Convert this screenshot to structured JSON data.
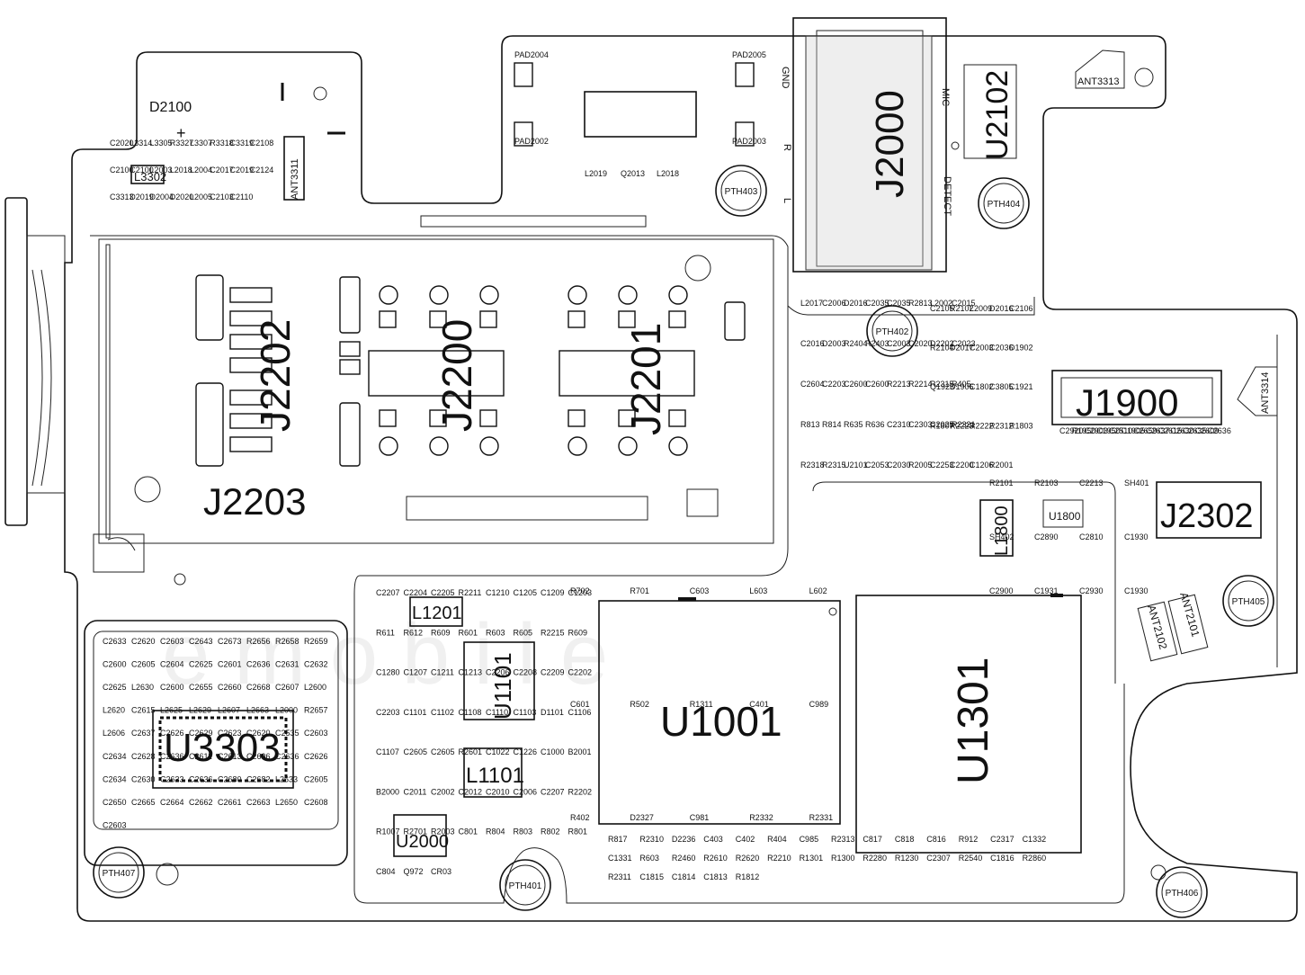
{
  "big_labels": [
    "J2202",
    "J2200",
    "J2201",
    "J2203",
    "J2000",
    "J1900",
    "J2302",
    "U1001",
    "U1301",
    "U3303"
  ],
  "medium_labels": [
    "U2102",
    "D2100",
    "L1201",
    "U1101",
    "L1101",
    "L1800",
    "U2000",
    "U1800",
    "L3302",
    "ANT3311",
    "ANT3313",
    "ANT3314",
    "ANT2101",
    "ANT2102",
    "+"
  ],
  "holes": [
    "PTH403",
    "PTH404",
    "PTH402",
    "PTH405",
    "PTH406",
    "PTH407",
    "PTH401"
  ],
  "pads": [
    "PAD2004",
    "PAD2005",
    "PAD2002",
    "PAD2003"
  ],
  "jack_pins": [
    "GND",
    "MIC",
    "R",
    "L",
    "DETECT"
  ],
  "watermark": "e m o b i l e",
  "small_labels": [
    "C2020",
    "L3314",
    "L3305",
    "R3327",
    "L3307",
    "R3318",
    "C3319",
    "C2108",
    "C2100",
    "C2100",
    "L2003",
    "L2018",
    "L2004",
    "C2017",
    "C2019",
    "C2124",
    "C3313",
    "D2019",
    "D2004",
    "D2020",
    "L2005",
    "C2103",
    "C2110",
    "L2019",
    "Q2013",
    "L2018",
    "L2017",
    "C2006",
    "D2016",
    "C2035",
    "C2035",
    "R2813",
    "L2002",
    "C2015",
    "C2016",
    "D2003",
    "R2404",
    "R2403",
    "C2003",
    "C2020",
    "D2202",
    "C2023",
    "C2604",
    "C2203",
    "C2600",
    "C2600",
    "R2213",
    "R2214",
    "R2315",
    "R405",
    "R813",
    "R814",
    "R635",
    "R636",
    "C2310",
    "C2303",
    "C2025",
    "R2321",
    "R2318",
    "R2315",
    "U2101",
    "C2053",
    "C2030",
    "R2005",
    "C2105",
    "R2102",
    "L2009",
    "D2016",
    "C2106",
    "R2104",
    "D2017",
    "C2003",
    "C2036",
    "D1902",
    "Q1923",
    "D1906",
    "C1802",
    "C3805",
    "C1921",
    "R1807",
    "R2223",
    "R2222",
    "R2312",
    "R1803",
    "C2253",
    "C2200",
    "C1206",
    "R2001",
    "C2207",
    "C2204",
    "C2205",
    "R2211",
    "C1210",
    "C1205",
    "C1209",
    "C1203",
    "R611",
    "R612",
    "R609",
    "R601",
    "R603",
    "R605",
    "R2215",
    "R609",
    "C1280",
    "C1207",
    "C1211",
    "C1213",
    "C2206",
    "C2208",
    "C2209",
    "C2202",
    "C2203",
    "C1101",
    "C1102",
    "C1108",
    "C1110",
    "C1103",
    "D1101",
    "C1106",
    "C1107",
    "C2605",
    "C2605",
    "R2601",
    "C1022",
    "C1226",
    "C1000",
    "B2001",
    "B2000",
    "C2011",
    "C2002",
    "C2012",
    "C2010",
    "C2006",
    "C2207",
    "R2202",
    "R1007",
    "R2701",
    "R2003",
    "C801",
    "R804",
    "R803",
    "R802",
    "R801",
    "C804",
    "Q972",
    "CR03",
    "R702",
    "R701",
    "C603",
    "L603",
    "L602",
    "C601",
    "R502",
    "R1311",
    "C401",
    "C989",
    "R402",
    "D2327",
    "C981",
    "R2332",
    "R2331",
    "R817",
    "R2310",
    "D2236",
    "C403",
    "C402",
    "R404",
    "C985",
    "R2313",
    "C817",
    "C818",
    "C816",
    "R912",
    "C2317",
    "C1332",
    "C1331",
    "R603",
    "R2460",
    "R2610",
    "R2620",
    "R2210",
    "R1301",
    "R1300",
    "R2280",
    "R1230",
    "C2307",
    "R2540",
    "C1816",
    "R2860",
    "R2311",
    "C1815",
    "C1814",
    "C1813",
    "R1812",
    "R2101",
    "R2103",
    "C2213",
    "SH401",
    "SH402",
    "C2890",
    "C2810",
    "C1930",
    "C2900",
    "C1931",
    "C2930",
    "C1930",
    "C2920",
    "R1950",
    "C2903",
    "C1950",
    "C2510",
    "C1905",
    "C2659",
    "C2637",
    "C2615",
    "C2630",
    "C2635",
    "C2609",
    "C2636",
    "C2633",
    "C2620",
    "C2603",
    "C2643",
    "C2673",
    "R2656",
    "R2658",
    "R2659",
    "C2600",
    "C2605",
    "C2604",
    "C2625",
    "C2601",
    "C2636",
    "C2631",
    "C2632",
    "C2625",
    "L2630",
    "C2600",
    "C2655",
    "C2660",
    "C2668",
    "C2607",
    "L2600",
    "L2620",
    "C2615",
    "L2625",
    "L2629",
    "L2607",
    "L2663",
    "L2000",
    "R2657",
    "L2606",
    "C2637",
    "C2626",
    "C2629",
    "C2623",
    "C2620",
    "C2535",
    "C2603",
    "C2634",
    "C2628",
    "C2636",
    "C2611",
    "C2613",
    "C2606",
    "C2636",
    "C2626",
    "C2634",
    "C2630",
    "C2633",
    "C2636",
    "C2680",
    "C2682",
    "L2633",
    "C2605",
    "C2650",
    "C2665",
    "C2664",
    "C2662",
    "C2661",
    "C2663",
    "L2650",
    "C2608",
    "C2603"
  ]
}
